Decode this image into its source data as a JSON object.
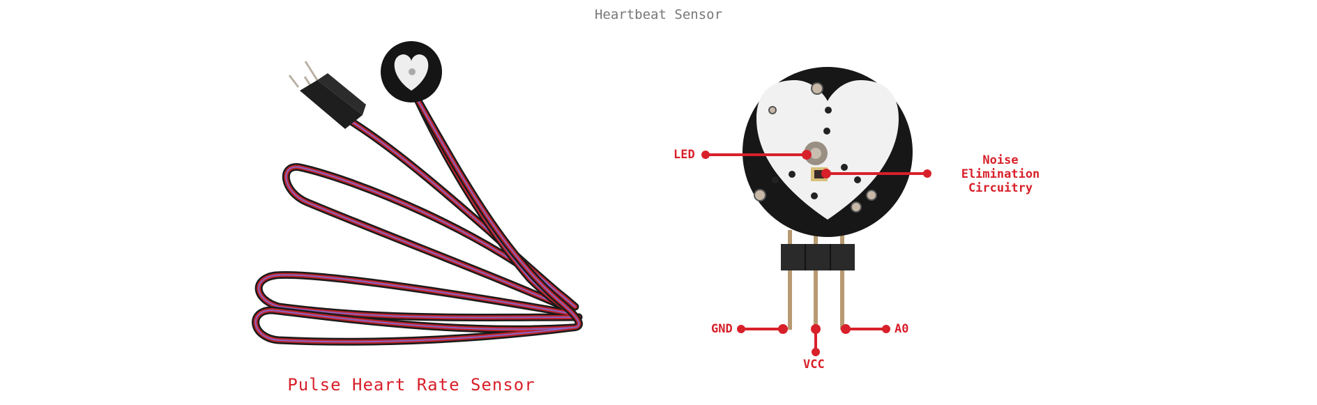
{
  "title": "Heartbeat Sensor",
  "caption": "Pulse Heart Rate Sensor",
  "labels": {
    "led": "LED",
    "noise_line1": "Noise",
    "noise_line2": "Elimination",
    "noise_line3": "Circuitry",
    "gnd": "GND",
    "vcc": "VCC",
    "a0": "A0"
  },
  "colors": {
    "accent": "#d8202a",
    "title": "#777777",
    "pcb": "#1c1c1c",
    "wire_red": "#c0242a",
    "wire_purple": "#8a63c4"
  }
}
